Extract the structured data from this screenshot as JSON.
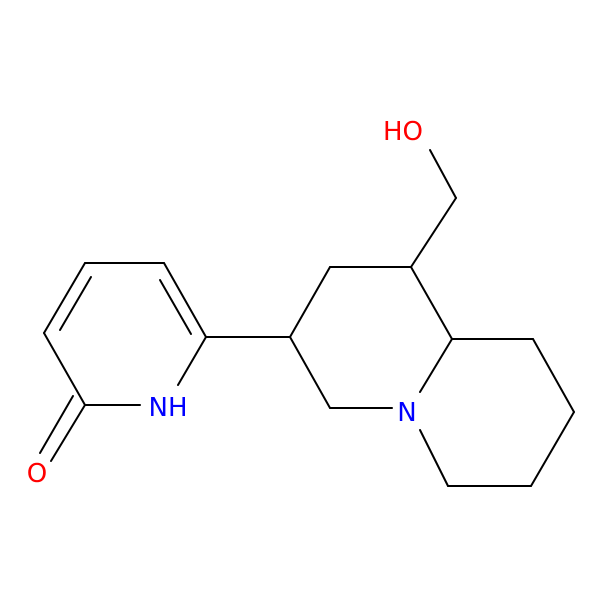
{
  "molecule": {
    "atoms": {
      "ho": {
        "text": "HO",
        "color": "#ff0000"
      },
      "n_ring": {
        "text": "N",
        "color": "#0000ff"
      },
      "nh": {
        "text": "NH",
        "color": "#0000ff"
      },
      "o_carbonyl": {
        "text": "O",
        "color": "#ff0000"
      }
    },
    "bond_color": "#000000"
  }
}
